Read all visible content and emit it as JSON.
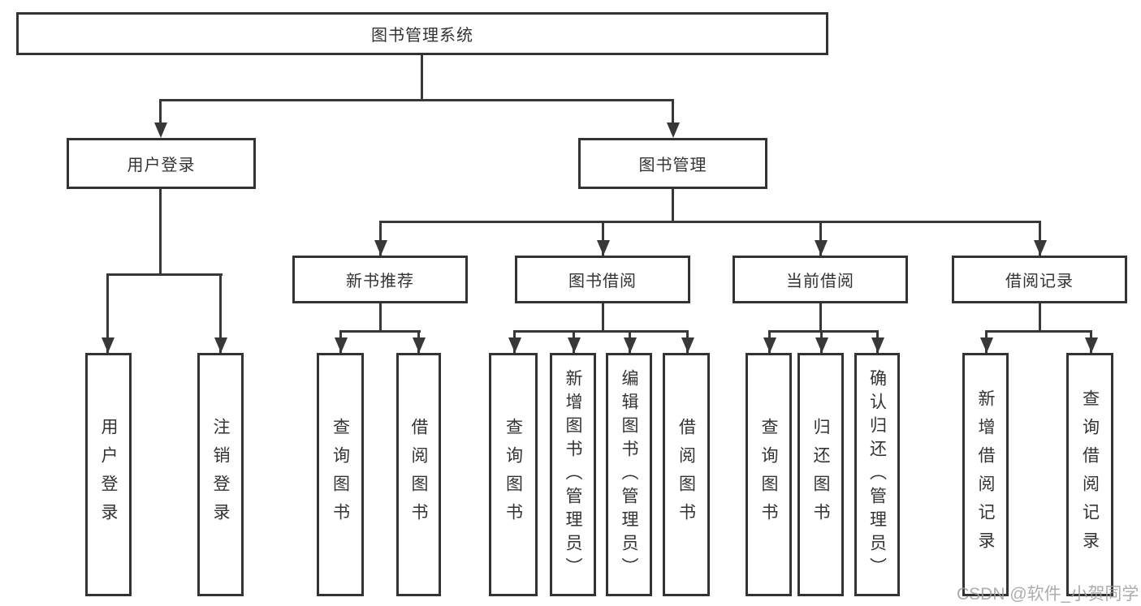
{
  "nodes": {
    "root": "图书管理系统",
    "user_login": "用户登录",
    "book_management": "图书管理",
    "new_book_recommend": "新书推荐",
    "book_borrow": "图书借阅",
    "current_borrow": "当前借阅",
    "borrow_records": "借阅记录",
    "leaves": {
      "user_login_children": [
        "用户登录",
        "注销登录"
      ],
      "new_book_children": [
        "查询图书",
        "借阅图书"
      ],
      "book_borrow_children": [
        "查询图书",
        "新增图书（管理员）",
        "编辑图书（管理员）",
        "借阅图书"
      ],
      "current_borrow_children": [
        "查询图书",
        "归还图书",
        "确认归还（管理员）"
      ],
      "borrow_records_children": [
        "新增借阅记录",
        "查询借阅记录"
      ]
    }
  },
  "watermark": "CSDN @软件_小贺同学",
  "colors": {
    "border": "#333333",
    "text": "#333333",
    "line": "#383838",
    "watermark": "#9e9e9e",
    "background": "#ffffff"
  }
}
